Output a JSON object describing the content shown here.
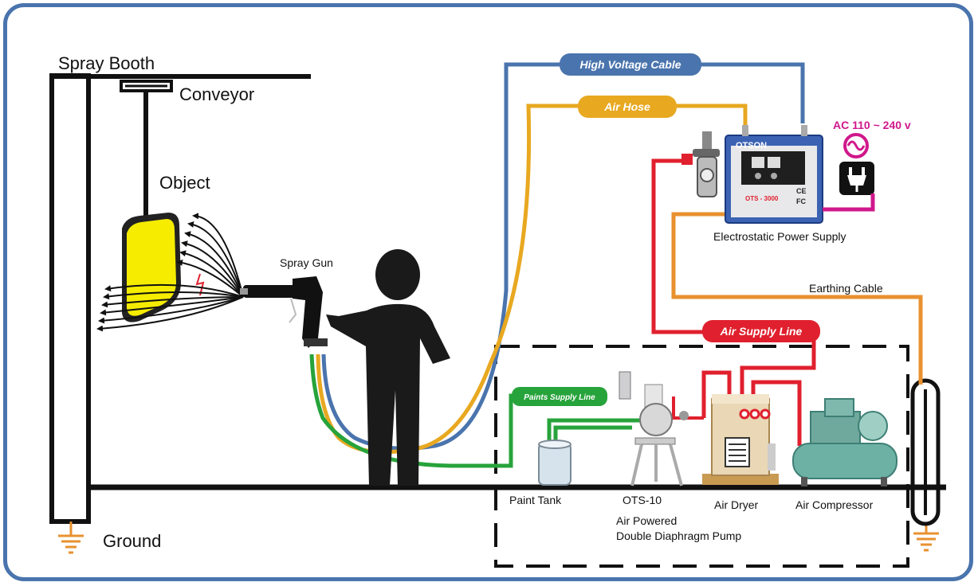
{
  "labels": {
    "spray_booth": "Spray Booth",
    "conveyor": "Conveyor",
    "object": "Object",
    "spray_gun": "Spray Gun",
    "ground": "Ground",
    "high_voltage_cable": "High Voltage  Cable",
    "air_hose": "Air  Hose",
    "ac_supply": "AC 110 ~ 240 v",
    "electrostatic_power_supply": "Electrostatic Power Supply",
    "earthing_cable": "Earthing Cable",
    "air_supply_line": "Air Supply Line",
    "paints_supply_line": "Paints Supply Line",
    "paint_tank": "Paint Tank",
    "pump_model": "OTS-10",
    "pump_desc_1": "Air Powered",
    "pump_desc_2": "Double Diaphragm Pump",
    "air_dryer": "Air Dryer",
    "air_compressor": "Air Compressor"
  },
  "device": {
    "brand": "OTSON",
    "model": "OTS - 3000"
  },
  "colors": {
    "frame_border": "#4a74ad",
    "high_voltage_cable": "#4a74ad",
    "air_hose": "#e8a820",
    "air_supply_line": "#e0202e",
    "paint_line": "#27a33b",
    "earthing_cable": "#e8912f",
    "ac_label": "#d0188c",
    "object_fill": "#f5ec00",
    "ground_symbol": "#e8912f"
  }
}
